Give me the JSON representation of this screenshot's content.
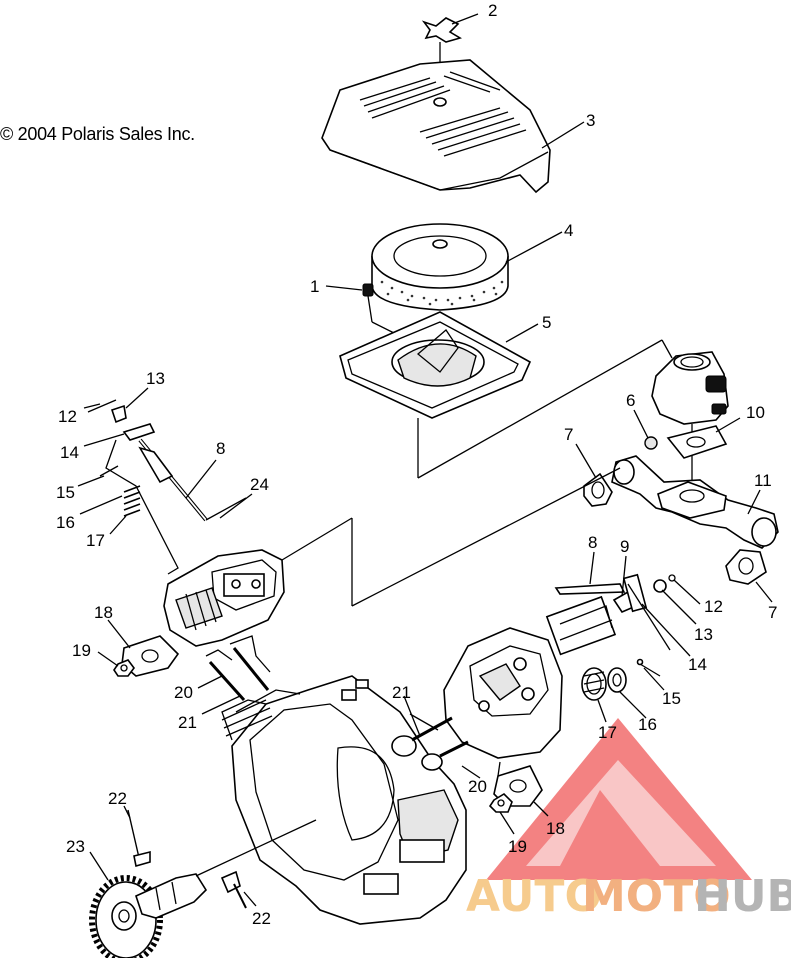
{
  "copyright": "© 2004 Polaris Sales Inc.",
  "watermark": {
    "part1": "AUTO",
    "part2": "MOTO",
    "part3": "HUB",
    "colors": {
      "triangle": "#f26d6d",
      "auto": "#f5c27a",
      "moto": "#f0a36a",
      "hub": "#a7a7a7"
    }
  },
  "callouts": [
    {
      "id": "c2",
      "label": "2"
    },
    {
      "id": "c3",
      "label": "3"
    },
    {
      "id": "c4",
      "label": "4"
    },
    {
      "id": "c1",
      "label": "1"
    },
    {
      "id": "c5",
      "label": "5"
    },
    {
      "id": "c13a",
      "label": "13"
    },
    {
      "id": "c12a",
      "label": "12"
    },
    {
      "id": "c14a",
      "label": "14"
    },
    {
      "id": "c8a",
      "label": "8"
    },
    {
      "id": "c15a",
      "label": "15"
    },
    {
      "id": "c16a",
      "label": "16"
    },
    {
      "id": "c24",
      "label": "24"
    },
    {
      "id": "c17a",
      "label": "17"
    },
    {
      "id": "c6",
      "label": "6"
    },
    {
      "id": "c7a",
      "label": "7"
    },
    {
      "id": "c10",
      "label": "10"
    },
    {
      "id": "c11",
      "label": "11"
    },
    {
      "id": "c7b",
      "label": "7"
    },
    {
      "id": "c8b",
      "label": "8"
    },
    {
      "id": "c9",
      "label": "9"
    },
    {
      "id": "c12b",
      "label": "12"
    },
    {
      "id": "c13b",
      "label": "13"
    },
    {
      "id": "c14b",
      "label": "14"
    },
    {
      "id": "c18a",
      "label": "18"
    },
    {
      "id": "c19a",
      "label": "19"
    },
    {
      "id": "c20a",
      "label": "20"
    },
    {
      "id": "c21a",
      "label": "21"
    },
    {
      "id": "c21b",
      "label": "21"
    },
    {
      "id": "c15b",
      "label": "15"
    },
    {
      "id": "c17b",
      "label": "17"
    },
    {
      "id": "c16b",
      "label": "16"
    },
    {
      "id": "c20b",
      "label": "20"
    },
    {
      "id": "c18b",
      "label": "18"
    },
    {
      "id": "c19b",
      "label": "19"
    },
    {
      "id": "c22a",
      "label": "22"
    },
    {
      "id": "c23",
      "label": "23"
    },
    {
      "id": "c22b",
      "label": "22"
    }
  ]
}
